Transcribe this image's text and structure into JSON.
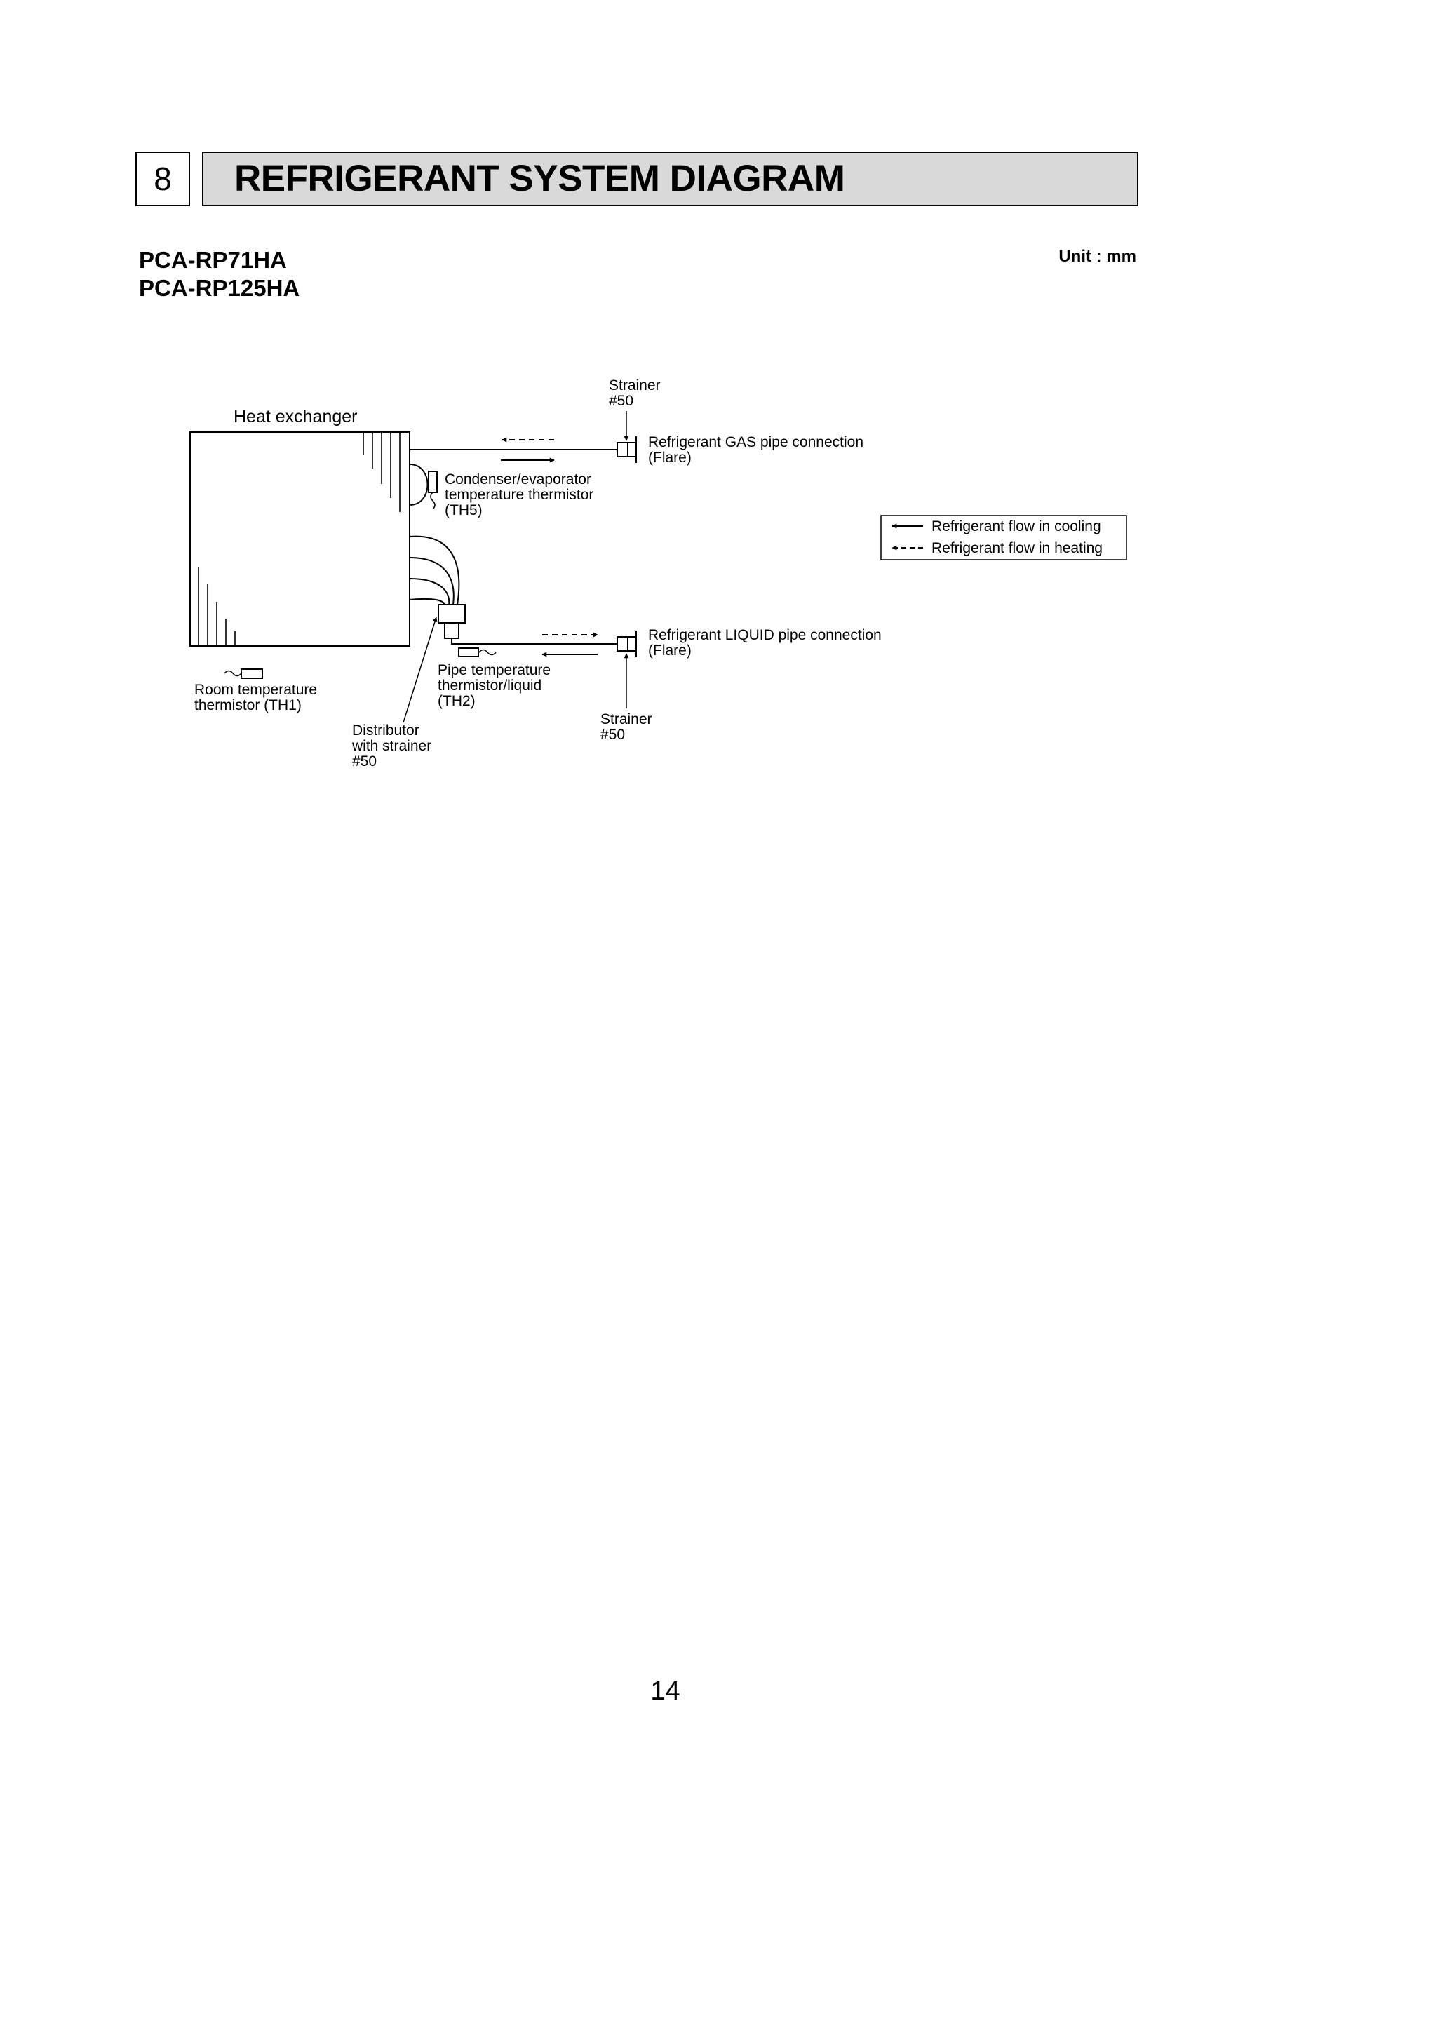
{
  "section": {
    "number": "8",
    "title": "REFRIGERANT SYSTEM DIAGRAM"
  },
  "models": [
    "PCA-RP71HA",
    "PCA-RP125HA"
  ],
  "unit_label": "Unit : mm",
  "diagram": {
    "heat_exchanger": "Heat exchanger",
    "strainer_top": [
      "Strainer",
      "#50"
    ],
    "gas_connection": [
      "Refrigerant GAS pipe connection",
      "(Flare)"
    ],
    "th5": [
      "Condenser/evaporator",
      "temperature thermistor",
      "(TH5)"
    ],
    "legend": {
      "cooling": "Refrigerant flow in cooling",
      "heating": "Refrigerant flow in heating"
    },
    "liquid_connection": [
      "Refrigerant LIQUID pipe connection",
      "(Flare)"
    ],
    "room_thermistor": [
      "Room temperature",
      "thermistor (TH1)"
    ],
    "pipe_thermistor": [
      "Pipe temperature",
      "thermistor/liquid",
      "(TH2)"
    ],
    "distributor": [
      "Distributor",
      "with strainer",
      "#50"
    ],
    "strainer_bottom": [
      "Strainer",
      "#50"
    ]
  },
  "page_number": "14"
}
